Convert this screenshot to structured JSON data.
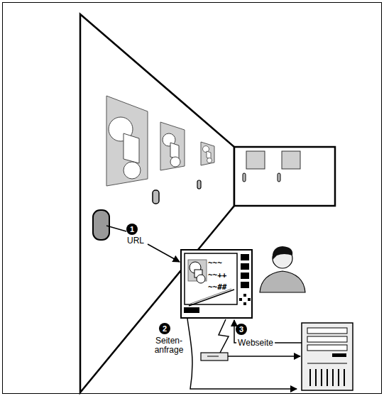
{
  "diagram": {
    "nodes": [
      {
        "text": [
          "~~~",
          "~~++",
          "~~##"
        ]
      }
    ],
    "labels": [
      "1",
      "URL",
      "2",
      "Seiten- anfrage",
      "3",
      "Webseite"
    ]
  }
}
